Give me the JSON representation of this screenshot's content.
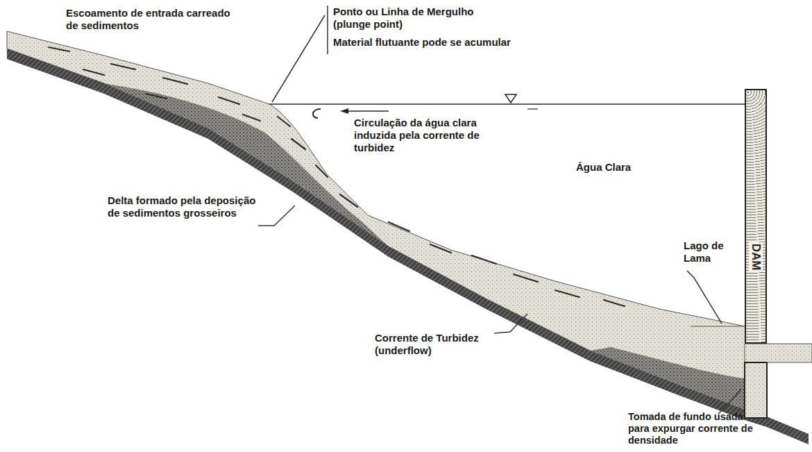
{
  "diagram": {
    "nodes": [
      {
        "text": [
          "DAM"
        ]
      }
    ],
    "labels": [
      "Escoamento de entrada carreado de sedimentos",
      "Ponto ou Linha de Mergulho (plunge point)",
      "Material flutuante pode se acumular",
      "Circulação da água clara induzida pela corrente de turbidez",
      "Água Clara",
      "Delta formado pela deposição de sedimentos grosseiros",
      "Lago de Lama",
      "Corrente de Turbidez (underflow)",
      "Tomada de fundo usada para expurgar corrente de densidade"
    ]
  }
}
